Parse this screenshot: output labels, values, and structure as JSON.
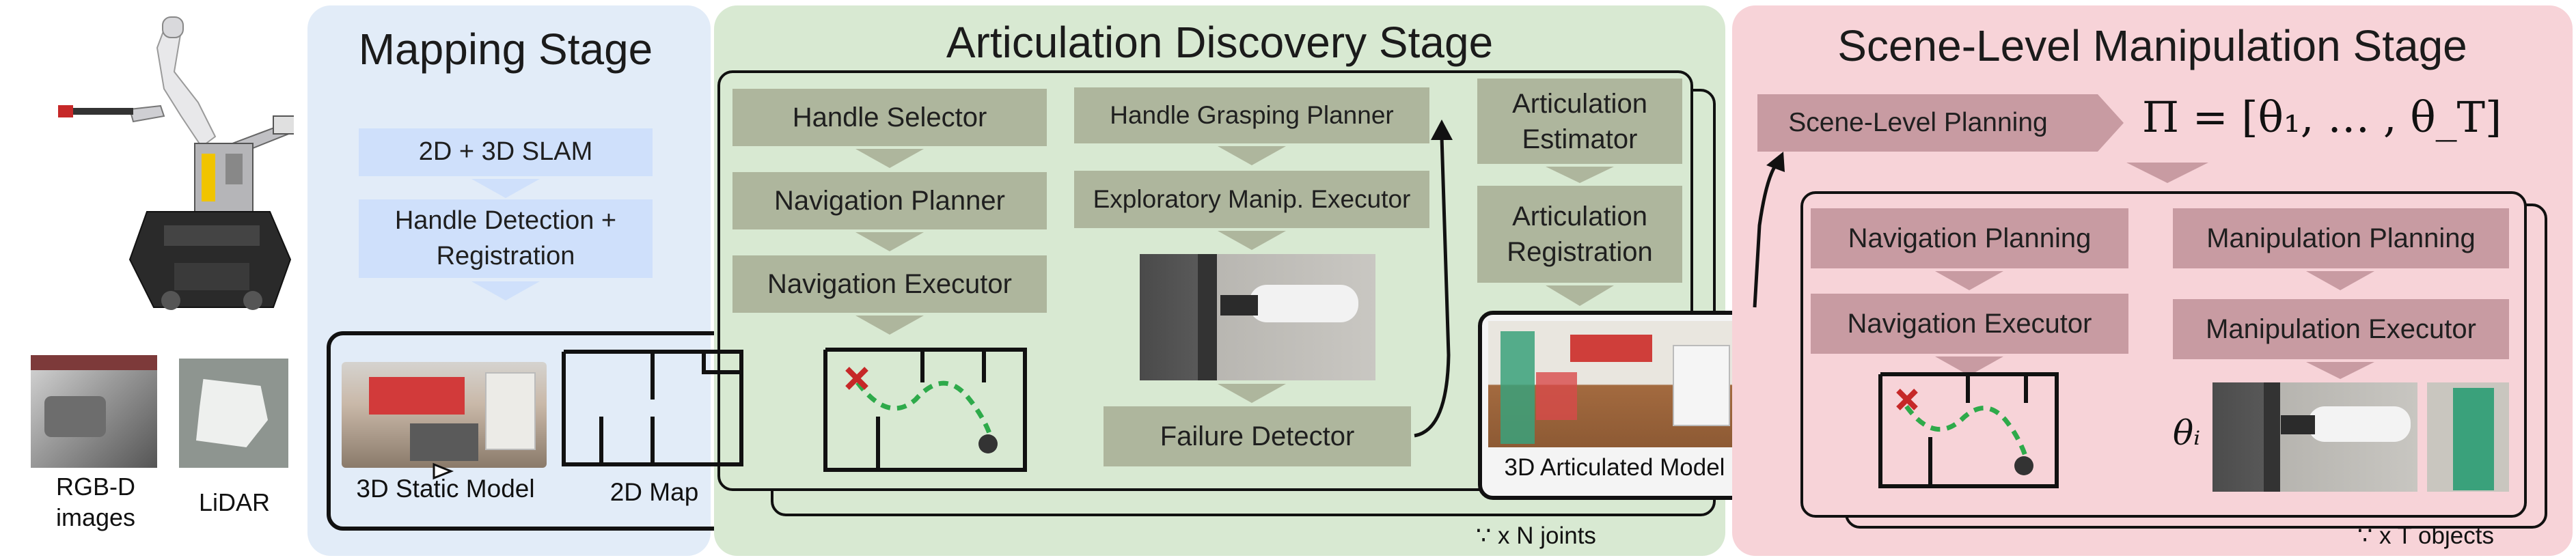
{
  "robot": {
    "rgbd_label": "RGB-D\nimages",
    "lidar_label": "LiDAR"
  },
  "mapping": {
    "title": "Mapping Stage",
    "slam": "2D + 3D SLAM",
    "handle_detection": "Handle Detection +\nRegistration",
    "static_model_label": "3D Static Model",
    "map_label": "2D Map"
  },
  "articulation": {
    "title": "Articulation Discovery Stage",
    "handle_selector": "Handle Selector",
    "navigation_planner": "Navigation Planner",
    "navigation_executor": "Navigation Executor",
    "grasping_planner": "Handle Grasping Planner",
    "manip_executor": "Exploratory Manip. Executor",
    "failure_detector": "Failure Detector",
    "articulation_estimator": "Articulation\nEstimator",
    "articulation_registration": "Articulation\nRegistration",
    "articulated_model_label": "3D Articulated Model",
    "repeat_label": "∵ x N joints"
  },
  "scene": {
    "title": "Scene-Level Manipulation Stage",
    "planning": "Scene-Level Planning",
    "formula": "Π = [θ₁, … , θ_T]",
    "navigation_planning": "Navigation Planning",
    "navigation_executor": "Navigation Executor",
    "manipulation_planning": "Manipulation Planning",
    "manipulation_executor": "Manipulation Executor",
    "theta_label": "θᵢ",
    "repeat_label": "∵ x T objects"
  },
  "colors": {
    "mapping_bg": "#e2ecf8",
    "articulation_bg": "#d8e9d2",
    "scene_bg": "#f7d3d8",
    "green_box": "#aeb69d",
    "blue_box": "#cfe0fb",
    "pink_box": "#c89ba2",
    "path_green": "#2eaa4a",
    "x_mark": "#c62828"
  }
}
